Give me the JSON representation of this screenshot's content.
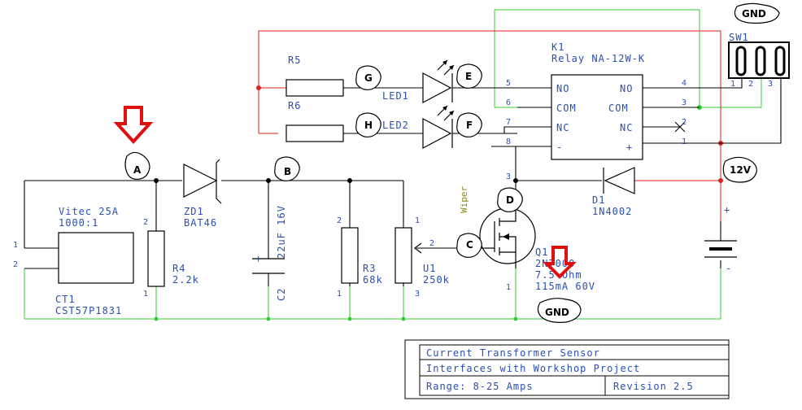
{
  "title_block": {
    "line1": "Current Transformer Sensor",
    "line2": "Interfaces with Workshop Project",
    "range": "Range: 8-25 Amps",
    "revision": "Revision 2.5"
  },
  "components": {
    "relay": {
      "ref": "K1",
      "value": "Relay NA-12W-K",
      "pins_left": [
        "NO",
        "COM",
        "NC",
        "-"
      ],
      "pins_right": [
        "NO",
        "COM",
        "NC",
        "+"
      ]
    },
    "switch": {
      "ref": "SW1"
    },
    "r5": {
      "ref": "R5"
    },
    "r6": {
      "ref": "R6"
    },
    "led1": {
      "ref": "LED1"
    },
    "led2": {
      "ref": "LED2"
    },
    "ct": {
      "ref": "CT1",
      "value": "CST57P1831",
      "brand": "Vitec 25A",
      "ratio": "1000:1"
    },
    "zd1": {
      "ref": "ZD1",
      "value": "BAT46"
    },
    "c2": {
      "ref": "C2",
      "value": "22uF 16V"
    },
    "r4": {
      "ref": "R4",
      "value": "2.2k"
    },
    "r3": {
      "ref": "R3",
      "value": "68k"
    },
    "u1": {
      "ref": "U1",
      "value": "250k"
    },
    "q1": {
      "ref": "Q1",
      "value": "2N7000",
      "spec1": "7.5 Ohm",
      "spec2": "115mA 60V"
    },
    "d1": {
      "ref": "D1",
      "value": "1N4002"
    },
    "wiper": "Wiper",
    "plus": "+",
    "minus": "-"
  },
  "pin_numbers": {
    "relay_left": [
      "5",
      "6",
      "7",
      "8"
    ],
    "relay_right": [
      "4",
      "3",
      "2",
      "1"
    ],
    "switch": [
      "1",
      "2",
      "3"
    ],
    "q1": [
      "3",
      "2",
      "1"
    ],
    "r4": [
      "2",
      "1"
    ],
    "r3": [
      "2",
      "1"
    ],
    "u1": [
      "1",
      "2",
      "3"
    ],
    "ct": [
      "1",
      "2"
    ]
  },
  "annotations": {
    "A": "A",
    "B": "B",
    "C": "C",
    "D": "D",
    "E": "E",
    "F": "F",
    "G": "G",
    "H": "H",
    "gnd_top": "GND",
    "gnd_bottom": "GND",
    "v12": "12V"
  },
  "colors": {
    "wire": "#000000",
    "ground_net": "#33cc33",
    "supply_net": "#dd2222",
    "label_text": "#2a4fb3",
    "marker_arrow": "#e01010"
  }
}
